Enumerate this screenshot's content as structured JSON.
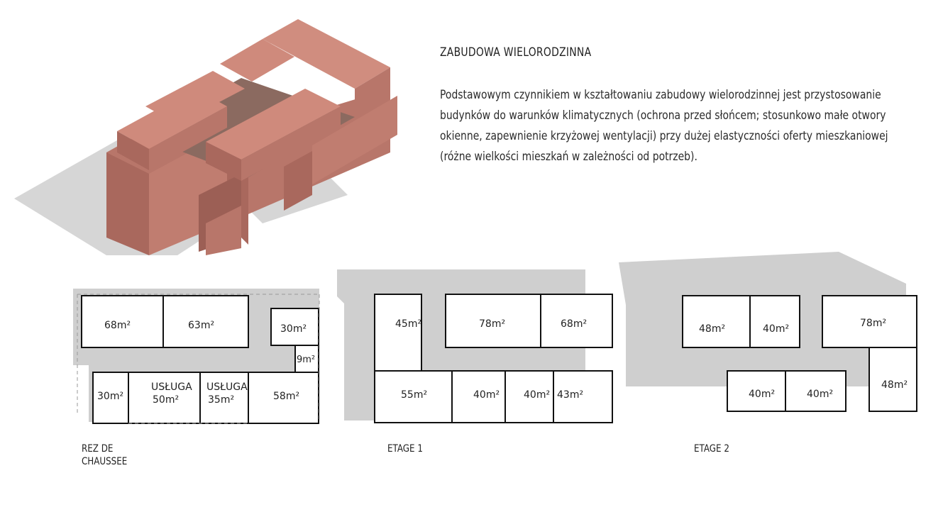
{
  "heading": "ZABUDOWA WIELORODZINNA",
  "description": "Podstawowym czynnikiem w kształtowaniu zabudowy wielorodzinnej jest przystosowanie budynków do warunków klimatycznych (ochrona przed słońcem; stosunkowo małe otwory okienne, zapewnienie krzyżowej wentylacji) przy dużej elastyczności oferty mieszkaniowej (różne wielkości mieszkań w zależności od potrzeb).",
  "colors": {
    "brick": "#c98577",
    "brick_dark": "#a9685d",
    "brick_side": "#b8766a",
    "shadow": "#cfcfcf",
    "wall": "#111111"
  },
  "plans": {
    "ground": {
      "label_line1": "REZ DE",
      "label_line2": "CHAUSSEE",
      "rooms": [
        "68m²",
        "63m²",
        "30m²",
        "9m²",
        "30m²",
        "USŁUGA",
        "50m²",
        "USŁUGA",
        "35m²",
        "58m²"
      ]
    },
    "floor1": {
      "label": "ETAGE 1",
      "rooms": [
        "45m²",
        "78m²",
        "68m²",
        "55m²",
        "40m²",
        "40m²",
        "43m²"
      ]
    },
    "floor2": {
      "label": "ETAGE  2",
      "rooms": [
        "48m²",
        "40m²",
        "78m²",
        "48m²",
        "40m²",
        "40m²"
      ]
    }
  }
}
